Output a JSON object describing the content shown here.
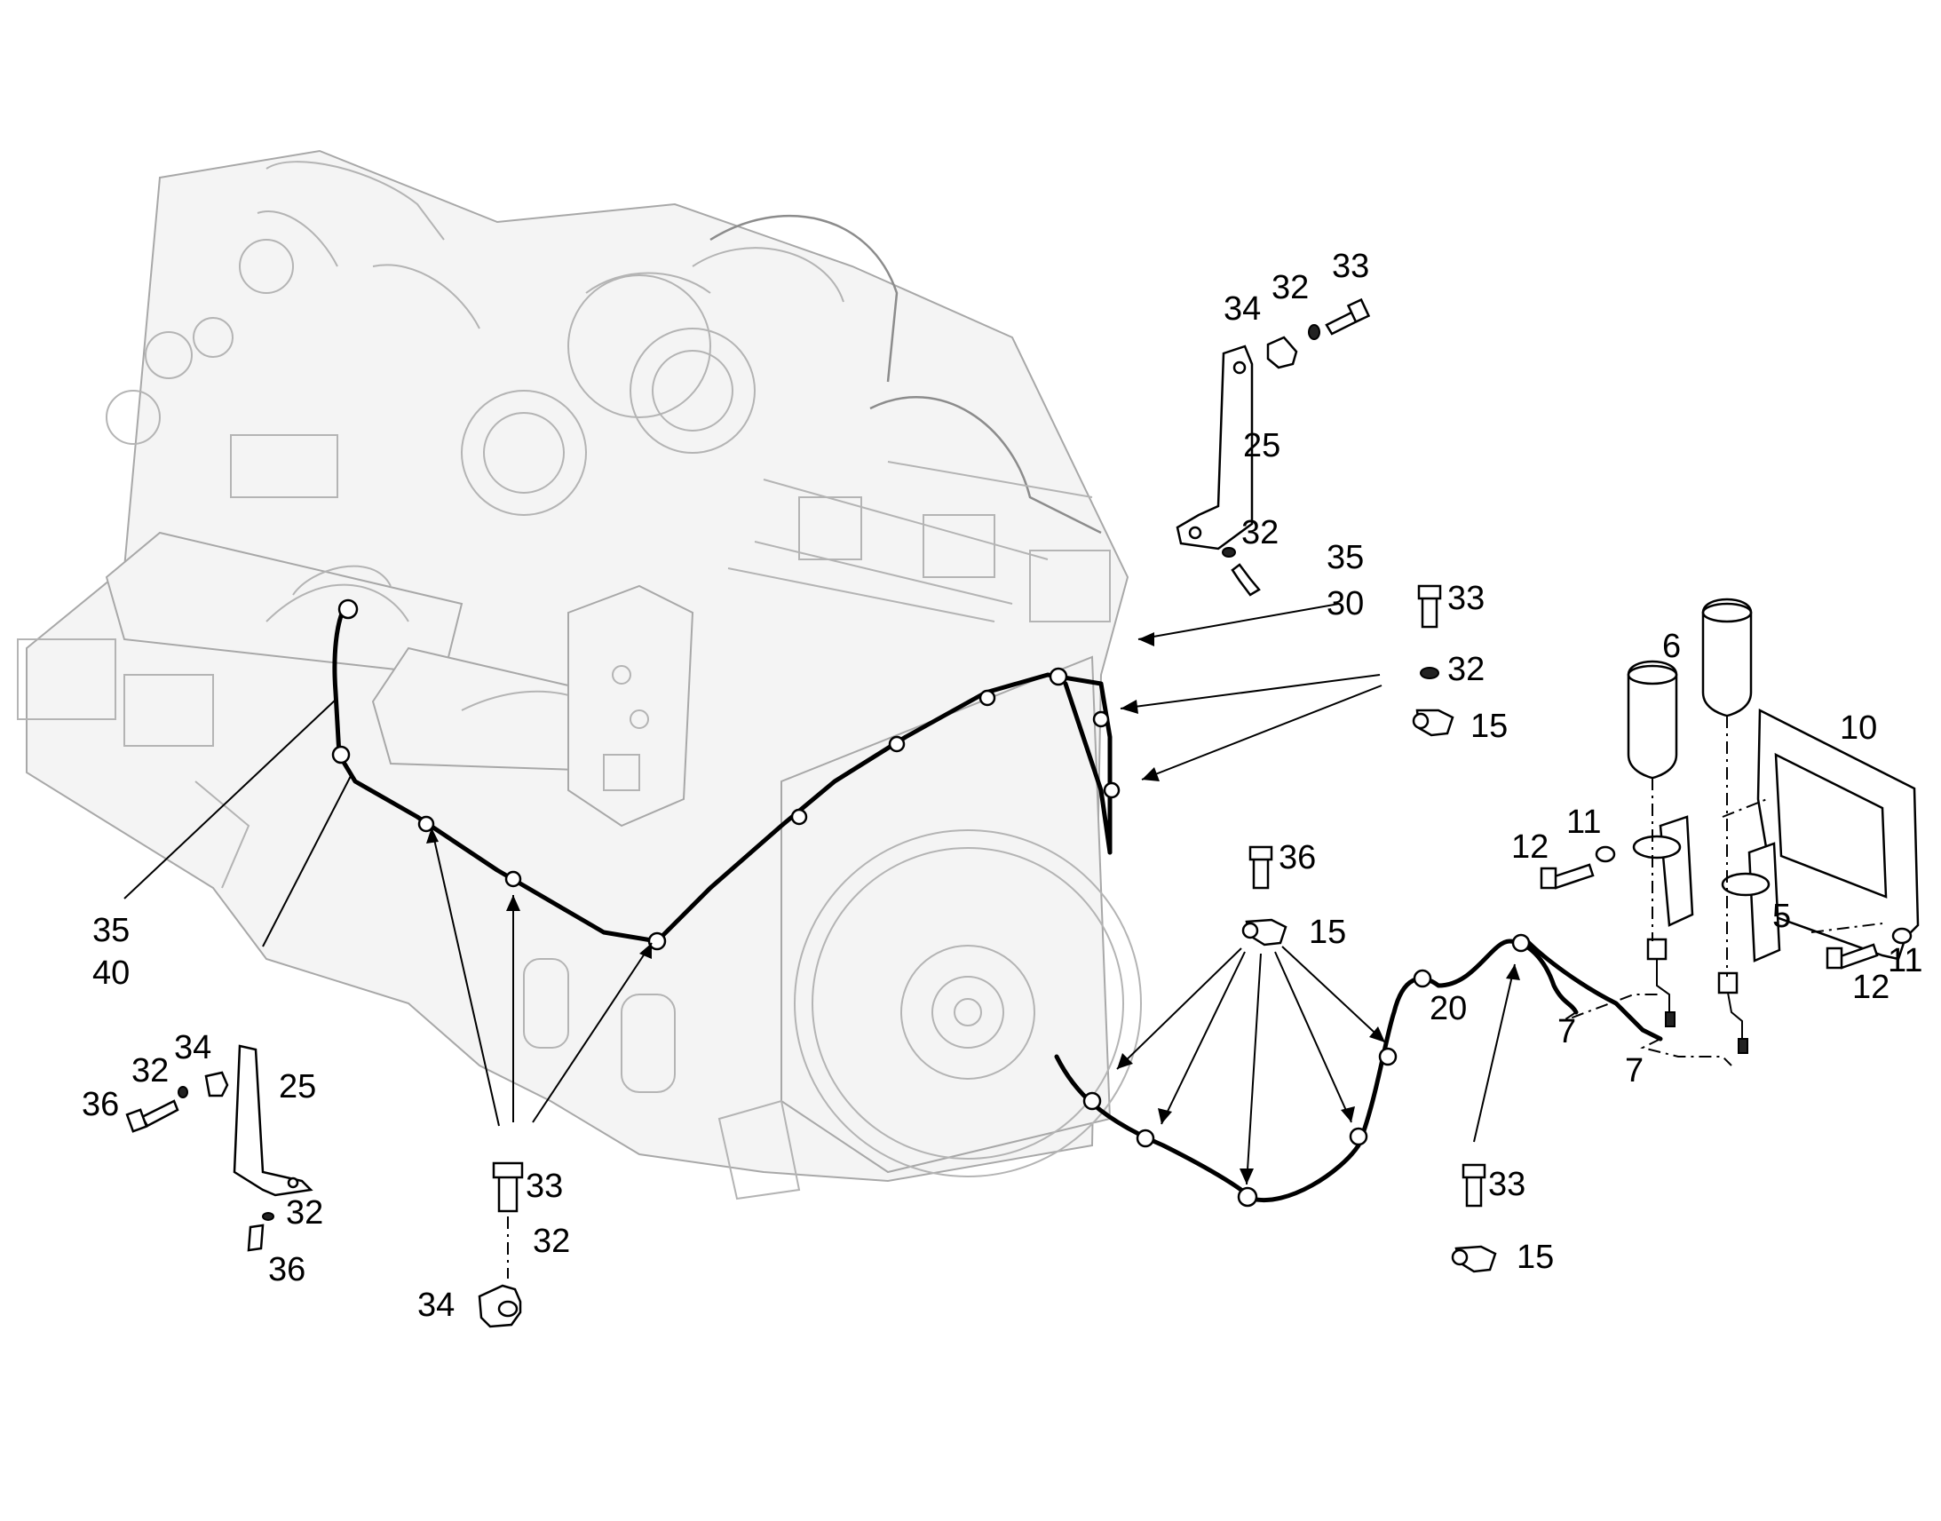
{
  "callouts": {
    "c33_top": "33",
    "c32_top": "32",
    "c34_top": "34",
    "c25_top": "25",
    "c32_top_b": "32",
    "c35_r": "35",
    "c30_r": "30",
    "c33_r": "33",
    "c32_r": "32",
    "c15_r": "15",
    "c6": "6",
    "c10": "10",
    "c11_a": "11",
    "c12_a": "12",
    "c5": "5",
    "c12_b": "12",
    "c11_b": "11",
    "c7_a": "7",
    "c7_b": "7",
    "c20": "20",
    "c36_m": "36",
    "c15_m": "15",
    "c33_b": "33",
    "c15_b": "15",
    "c35_l": "35",
    "c40_l": "40",
    "c34_l": "34",
    "c32_l": "32",
    "c36_l": "36",
    "c25_l": "25",
    "c32_l_b": "32",
    "c36_l_b": "36",
    "c33_c": "33",
    "c32_c": "32",
    "c34_c": "34"
  }
}
